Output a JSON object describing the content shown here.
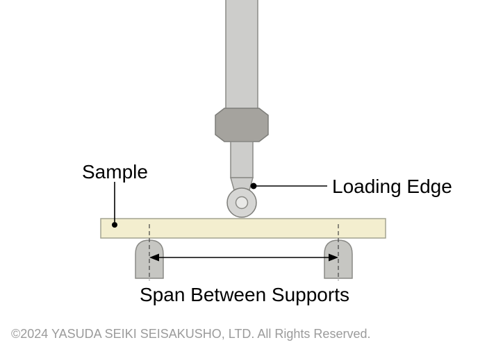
{
  "diagram": {
    "labels": {
      "sample": "Sample",
      "loading_edge": "Loading Edge",
      "span_between_supports": "Span Between Supports"
    },
    "footer": {
      "copyright": "©2024 YASUDA SEIKI SEISAKUSHO, LTD. All Rights Reserved."
    },
    "colors": {
      "rod_fill": "#cdcdcb",
      "collar_fill": "#a5a39e",
      "roller_fill": "#d6d6d4",
      "roller_hub_fill": "#e9e9e7",
      "sample_fill": "#f3eecf",
      "support_fill": "#c6c6c2",
      "outline": "#82827e",
      "label_text": "#000000",
      "footer_text": "#9b9b9b"
    }
  }
}
